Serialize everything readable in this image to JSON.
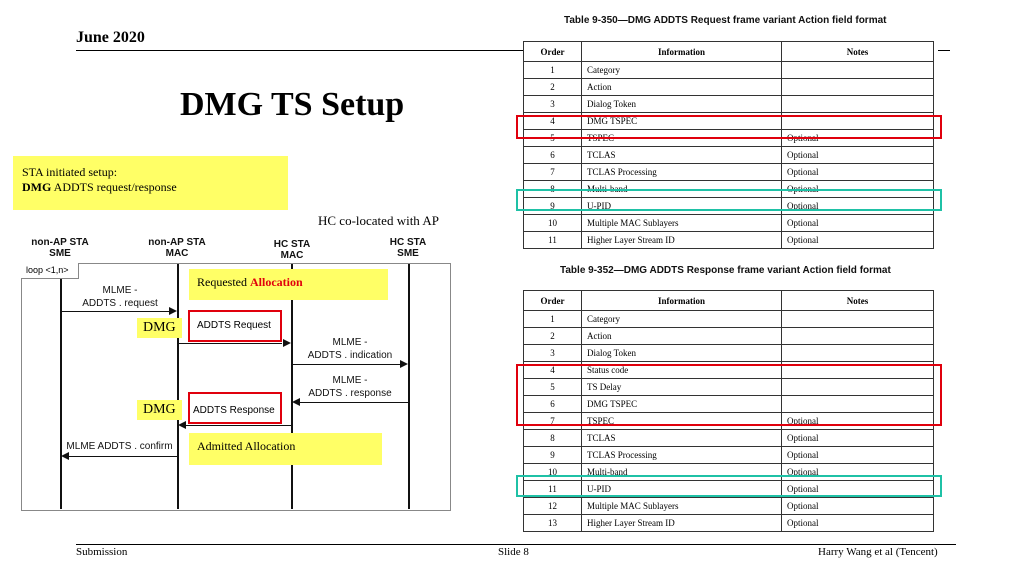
{
  "header": {
    "date": "June 2020"
  },
  "title": "DMG TS Setup",
  "sta_box": {
    "line1": "STA initiated setup:",
    "line2_bold": "DMG",
    "line2_rest": " ADDTS request/response"
  },
  "hc_note": "HC co-located with AP",
  "diagram": {
    "entities": [
      {
        "line1": "non-AP STA",
        "line2": "SME"
      },
      {
        "line1": "non-AP STA",
        "line2": "MAC"
      },
      {
        "line1": "HC STA",
        "line2": "MAC"
      },
      {
        "line1": "HC STA",
        "line2": "SME"
      }
    ],
    "loop_label": "loop <1,n>",
    "messages": {
      "mlme_request_1": "MLME -",
      "mlme_request_2": "ADDTS . request",
      "addts_request": "ADDTS Request",
      "mlme_indication_1": "MLME -",
      "mlme_indication_2": "ADDTS . indication",
      "mlme_response_1": "MLME -",
      "mlme_response_2": "ADDTS . response",
      "addts_response": "ADDTS Response",
      "mlme_confirm": "MLME ADDTS . confirm"
    },
    "requested_prefix": "Requested ",
    "requested_highlight": "Allocation",
    "admitted": "Admitted Allocation",
    "dmg_label_1": "DMG",
    "dmg_label_2": "DMG",
    "colors": {
      "red": "#e0000d",
      "teal": "#1fc1a6",
      "yellow": "#ffff66"
    }
  },
  "table1": {
    "caption": "Table 9-350—DMG ADDTS Request frame variant Action field format",
    "headers": [
      "Order",
      "Information",
      "Notes"
    ],
    "rows": [
      {
        "order": "1",
        "info": "Category",
        "notes": ""
      },
      {
        "order": "2",
        "info": "Action",
        "notes": ""
      },
      {
        "order": "3",
        "info": "Dialog Token",
        "notes": ""
      },
      {
        "order": "4",
        "info": "DMG TSPEC",
        "notes": ""
      },
      {
        "order": "5",
        "info": "TSPEC",
        "notes": "Optional"
      },
      {
        "order": "6",
        "info": "TCLAS",
        "notes": "Optional"
      },
      {
        "order": "7",
        "info": "TCLAS Processing",
        "notes": "Optional"
      },
      {
        "order": "8",
        "info": "Multi-band",
        "notes": "Optional"
      },
      {
        "order": "9",
        "info": "U-PID",
        "notes": "Optional"
      },
      {
        "order": "10",
        "info": "Multiple MAC Sublayers",
        "notes": "Optional"
      },
      {
        "order": "11",
        "info": "Higher Layer Stream ID",
        "notes": "Optional"
      }
    ]
  },
  "table2": {
    "caption": "Table 9-352—DMG ADDTS Response frame variant Action field format",
    "headers": [
      "Order",
      "Information",
      "Notes"
    ],
    "rows": [
      {
        "order": "1",
        "info": "Category",
        "notes": ""
      },
      {
        "order": "2",
        "info": "Action",
        "notes": ""
      },
      {
        "order": "3",
        "info": "Dialog Token",
        "notes": ""
      },
      {
        "order": "4",
        "info": "Status code",
        "notes": ""
      },
      {
        "order": "5",
        "info": "TS Delay",
        "notes": ""
      },
      {
        "order": "6",
        "info": "DMG TSPEC",
        "notes": ""
      },
      {
        "order": "7",
        "info": "TSPEC",
        "notes": "Optional"
      },
      {
        "order": "8",
        "info": "TCLAS",
        "notes": "Optional"
      },
      {
        "order": "9",
        "info": "TCLAS Processing",
        "notes": "Optional"
      },
      {
        "order": "10",
        "info": "Multi-band",
        "notes": "Optional"
      },
      {
        "order": "11",
        "info": "U-PID",
        "notes": "Optional"
      },
      {
        "order": "12",
        "info": "Multiple MAC Sublayers",
        "notes": "Optional"
      },
      {
        "order": "13",
        "info": "Higher Layer Stream ID",
        "notes": "Optional"
      }
    ]
  },
  "footer": {
    "left": "Submission",
    "center": "Slide 8",
    "right": "Harry Wang et al (Tencent)"
  }
}
